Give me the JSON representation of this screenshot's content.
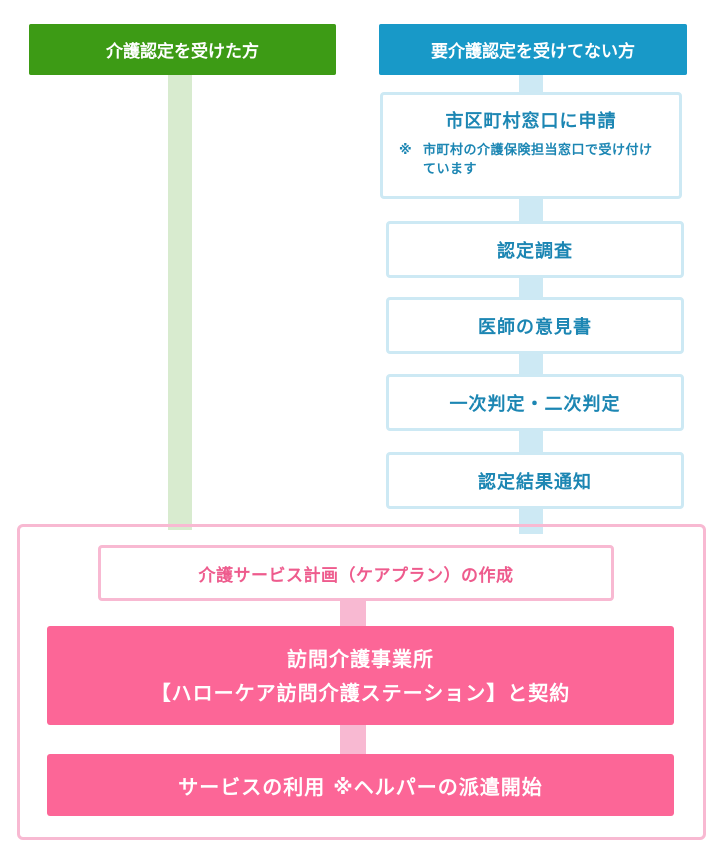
{
  "headers": {
    "certified": "介護認定を受けた方",
    "not_certified": "要介護認定を受けてない方"
  },
  "steps": {
    "apply": {
      "title": "市区町村窓口に申請",
      "note_mark": "※",
      "note_text": "市町村の介護保険担当窓口で受け付けています"
    },
    "survey": "認定調査",
    "doctor_opinion": "医師の意見書",
    "judgement": "一次判定・二次判定",
    "notification": "認定結果通知"
  },
  "care_plan": "介護サービス計画（ケアプラン）の作成",
  "contract": {
    "line1": "訪問介護事業所",
    "line2": "【ハローケア訪問介護ステーション】と契約"
  },
  "service_use": "サービスの利用 ※ヘルパーの派遣開始",
  "colors": {
    "green": "#3d9b15",
    "blue": "#1899c8",
    "pink": "#fc6697"
  }
}
